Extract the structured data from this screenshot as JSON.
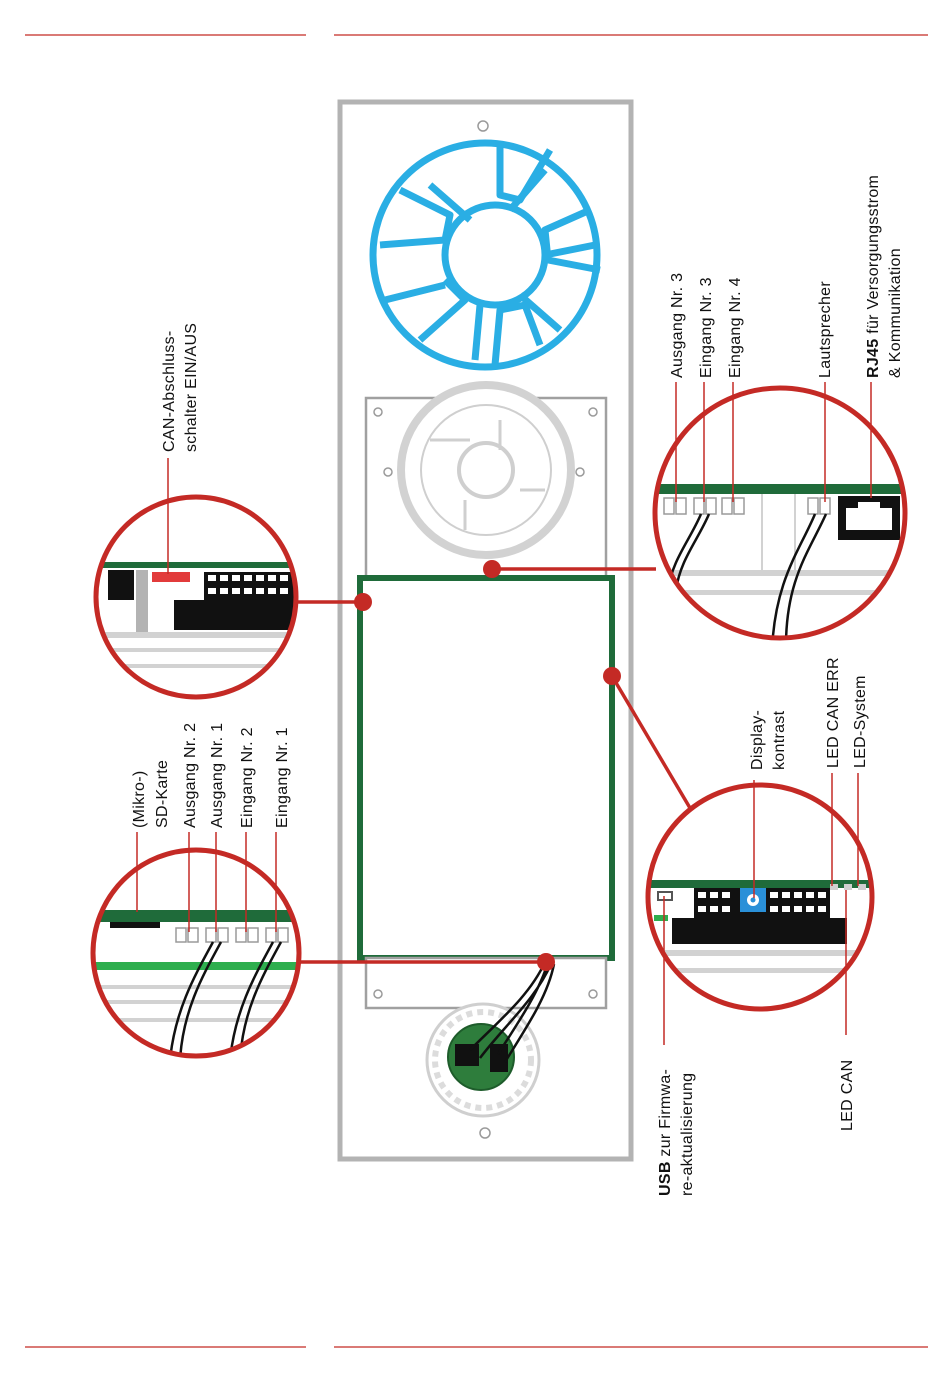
{
  "colors": {
    "accent_red": "#c42a25",
    "frame_gray": "#b3b3b3",
    "pcb_green": "#1f6b3a",
    "keypad_blue": "#2aaee4",
    "connector_gray": "#9a9a9a"
  },
  "labels": {
    "sd_card_line1": "(Mikro-)",
    "sd_card_line2": "SD-Karte",
    "output_2": "Ausgang Nr. 2",
    "output_1": "Ausgang Nr. 1",
    "input_2": "Eingang Nr. 2",
    "input_1": "Eingang Nr. 1",
    "can_switch_line1": "CAN-Abschluss-",
    "can_switch_line2": "schalter EIN/AUS",
    "output_3": "Ausgang Nr. 3",
    "input_3": "Eingang Nr. 3",
    "input_4": "Eingang Nr. 4",
    "speaker": "Lautsprecher",
    "rj45_bold": "RJ45",
    "rj45_rest": " für Versorgungsstrom",
    "rj45_line2": "& Kommunikation",
    "display_contrast_line1": "Display-",
    "display_contrast_line2": "kontrast",
    "led_can_err": "LED CAN ERR",
    "led_system": "LED-System",
    "led_can": "LED CAN",
    "usb_bold": "USB",
    "usb_rest": " zur Firmwa-",
    "usb_line2": "re-aktualisierung"
  }
}
